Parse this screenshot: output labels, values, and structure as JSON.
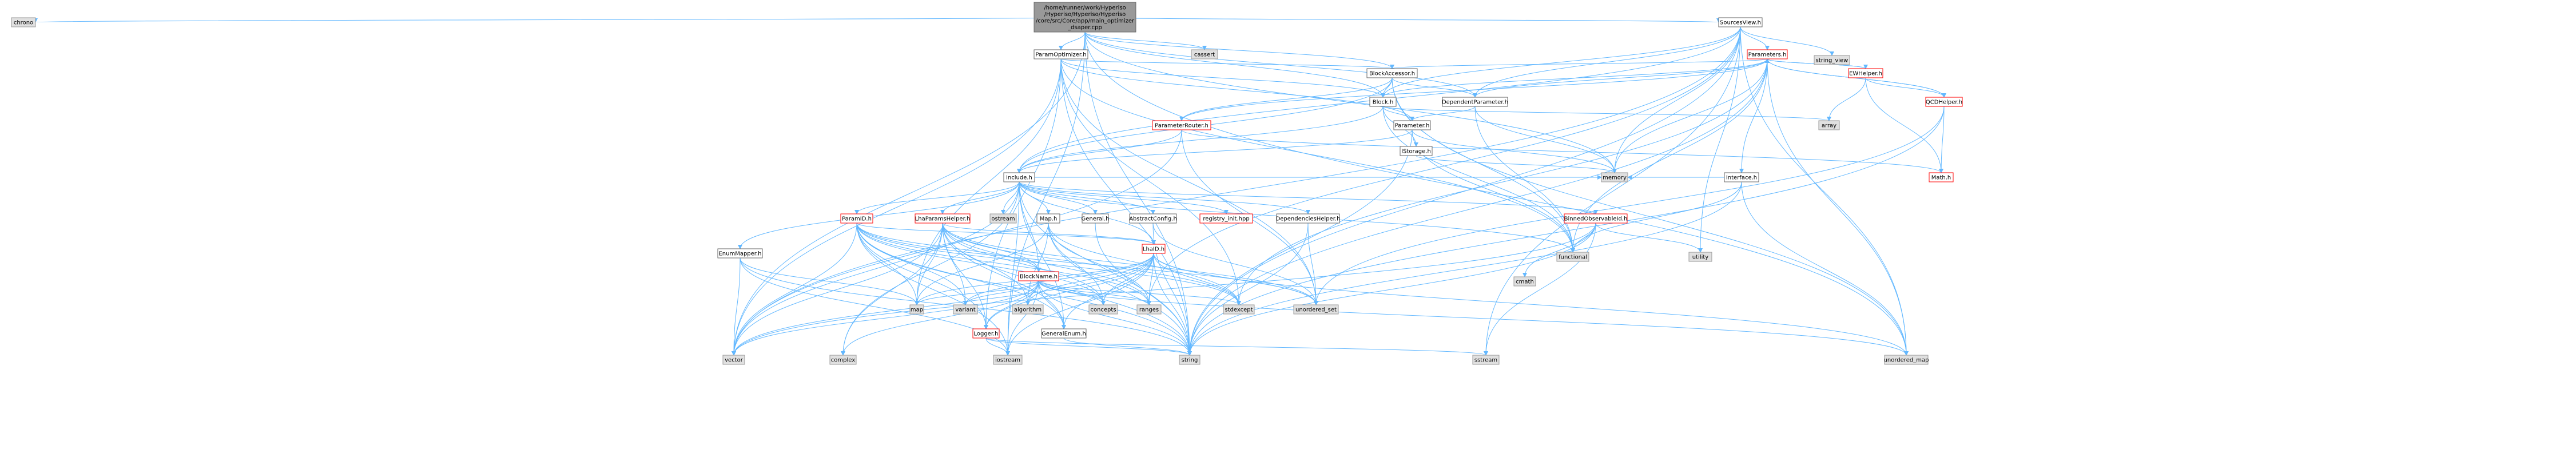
{
  "colors": {
    "root_fill": "#999999",
    "root_border": "#666666",
    "node_fill": "#ffffff",
    "node_border": "#666666",
    "sys_fill": "#e0e0e0",
    "sys_border": "#999999",
    "red_border": "#ff0000",
    "edge": "#63b8ff"
  },
  "nodes": [
    {
      "id": "root",
      "kind": "root",
      "lines": [
        "/home/runner/work/Hyperiso",
        "/Hyperiso/Hyperiso/Hyperiso",
        "/core/src/Core/app/main_optimizer",
        "_dsaper.cpp"
      ]
    },
    {
      "id": "chrono",
      "kind": "sys",
      "lines": [
        "chrono"
      ]
    },
    {
      "id": "param_optimizer",
      "kind": "file",
      "lines": [
        "ParamOptimizer.h"
      ]
    },
    {
      "id": "cassert",
      "kind": "sys",
      "lines": [
        "cassert"
      ]
    },
    {
      "id": "sources_view",
      "kind": "file",
      "lines": [
        "SourcesView.h"
      ]
    },
    {
      "id": "parameters",
      "kind": "red",
      "lines": [
        "Parameters.h"
      ]
    },
    {
      "id": "string_view",
      "kind": "sys",
      "lines": [
        "string_view"
      ]
    },
    {
      "id": "block_accessor",
      "kind": "file",
      "lines": [
        "BlockAccessor.h"
      ]
    },
    {
      "id": "ewhelper",
      "kind": "red",
      "lines": [
        "EWHelper.h"
      ]
    },
    {
      "id": "qcdhelper",
      "kind": "red",
      "lines": [
        "QCDHelper.h"
      ]
    },
    {
      "id": "block",
      "kind": "file",
      "lines": [
        "Block.h"
      ]
    },
    {
      "id": "dependent_parameter",
      "kind": "file",
      "lines": [
        "DependentParameter.h"
      ]
    },
    {
      "id": "parameter_router",
      "kind": "red",
      "lines": [
        "ParameterRouter.h"
      ]
    },
    {
      "id": "parameter",
      "kind": "file",
      "lines": [
        "Parameter.h"
      ]
    },
    {
      "id": "array",
      "kind": "sys",
      "lines": [
        "array"
      ]
    },
    {
      "id": "istorage",
      "kind": "file",
      "lines": [
        "IStorage.h"
      ]
    },
    {
      "id": "include",
      "kind": "file",
      "lines": [
        "include.h"
      ]
    },
    {
      "id": "interface",
      "kind": "file",
      "lines": [
        "Interface.h"
      ]
    },
    {
      "id": "math",
      "kind": "red",
      "lines": [
        "Math.h"
      ]
    },
    {
      "id": "memory",
      "kind": "sys",
      "lines": [
        "memory"
      ]
    },
    {
      "id": "paramid",
      "kind": "red",
      "lines": [
        "ParamID.h"
      ]
    },
    {
      "id": "lhaparams",
      "kind": "red",
      "lines": [
        "LhaParamsHelper.h"
      ]
    },
    {
      "id": "ostream",
      "kind": "sys",
      "lines": [
        "ostream"
      ]
    },
    {
      "id": "map_h",
      "kind": "file",
      "lines": [
        "Map.h"
      ]
    },
    {
      "id": "general",
      "kind": "file",
      "lines": [
        "General.h"
      ]
    },
    {
      "id": "abstract_config",
      "kind": "file",
      "lines": [
        "AbstractConfig.h"
      ]
    },
    {
      "id": "registry_init",
      "kind": "red",
      "lines": [
        "registry_init.hpp"
      ]
    },
    {
      "id": "dependencies_helper",
      "kind": "file",
      "lines": [
        "DependenciesHelper.h"
      ]
    },
    {
      "id": "binned_observable",
      "kind": "red",
      "lines": [
        "BinnedObservableId.h"
      ]
    },
    {
      "id": "enum_mapper",
      "kind": "file",
      "lines": [
        "EnumMapper.h"
      ]
    },
    {
      "id": "lhaid",
      "kind": "red",
      "lines": [
        "LhaID.h"
      ]
    },
    {
      "id": "block_name",
      "kind": "red",
      "lines": [
        "BlockName.h"
      ]
    },
    {
      "id": "functional",
      "kind": "sys",
      "lines": [
        "functional"
      ]
    },
    {
      "id": "utility",
      "kind": "sys",
      "lines": [
        "utility"
      ]
    },
    {
      "id": "cmath",
      "kind": "sys",
      "lines": [
        "cmath"
      ]
    },
    {
      "id": "map",
      "kind": "sys",
      "lines": [
        "map"
      ]
    },
    {
      "id": "variant",
      "kind": "sys",
      "lines": [
        "variant"
      ]
    },
    {
      "id": "algorithm",
      "kind": "sys",
      "lines": [
        "algorithm"
      ]
    },
    {
      "id": "concepts",
      "kind": "sys",
      "lines": [
        "concepts"
      ]
    },
    {
      "id": "ranges",
      "kind": "sys",
      "lines": [
        "ranges"
      ]
    },
    {
      "id": "stdexcept",
      "kind": "sys",
      "lines": [
        "stdexcept"
      ]
    },
    {
      "id": "unordered_set",
      "kind": "sys",
      "lines": [
        "unordered_set"
      ]
    },
    {
      "id": "general_enum",
      "kind": "file",
      "lines": [
        "GeneralEnum.h"
      ]
    },
    {
      "id": "logger",
      "kind": "red",
      "lines": [
        "Logger.h"
      ]
    },
    {
      "id": "complex",
      "kind": "sys",
      "lines": [
        "complex"
      ]
    },
    {
      "id": "vector",
      "kind": "sys",
      "lines": [
        "vector"
      ]
    },
    {
      "id": "iostream",
      "kind": "sys",
      "lines": [
        "iostream"
      ]
    },
    {
      "id": "string",
      "kind": "sys",
      "lines": [
        "string"
      ]
    },
    {
      "id": "sstream",
      "kind": "sys",
      "lines": [
        "sstream"
      ]
    },
    {
      "id": "unordered_map",
      "kind": "sys",
      "lines": [
        "unordered_map"
      ]
    }
  ]
}
